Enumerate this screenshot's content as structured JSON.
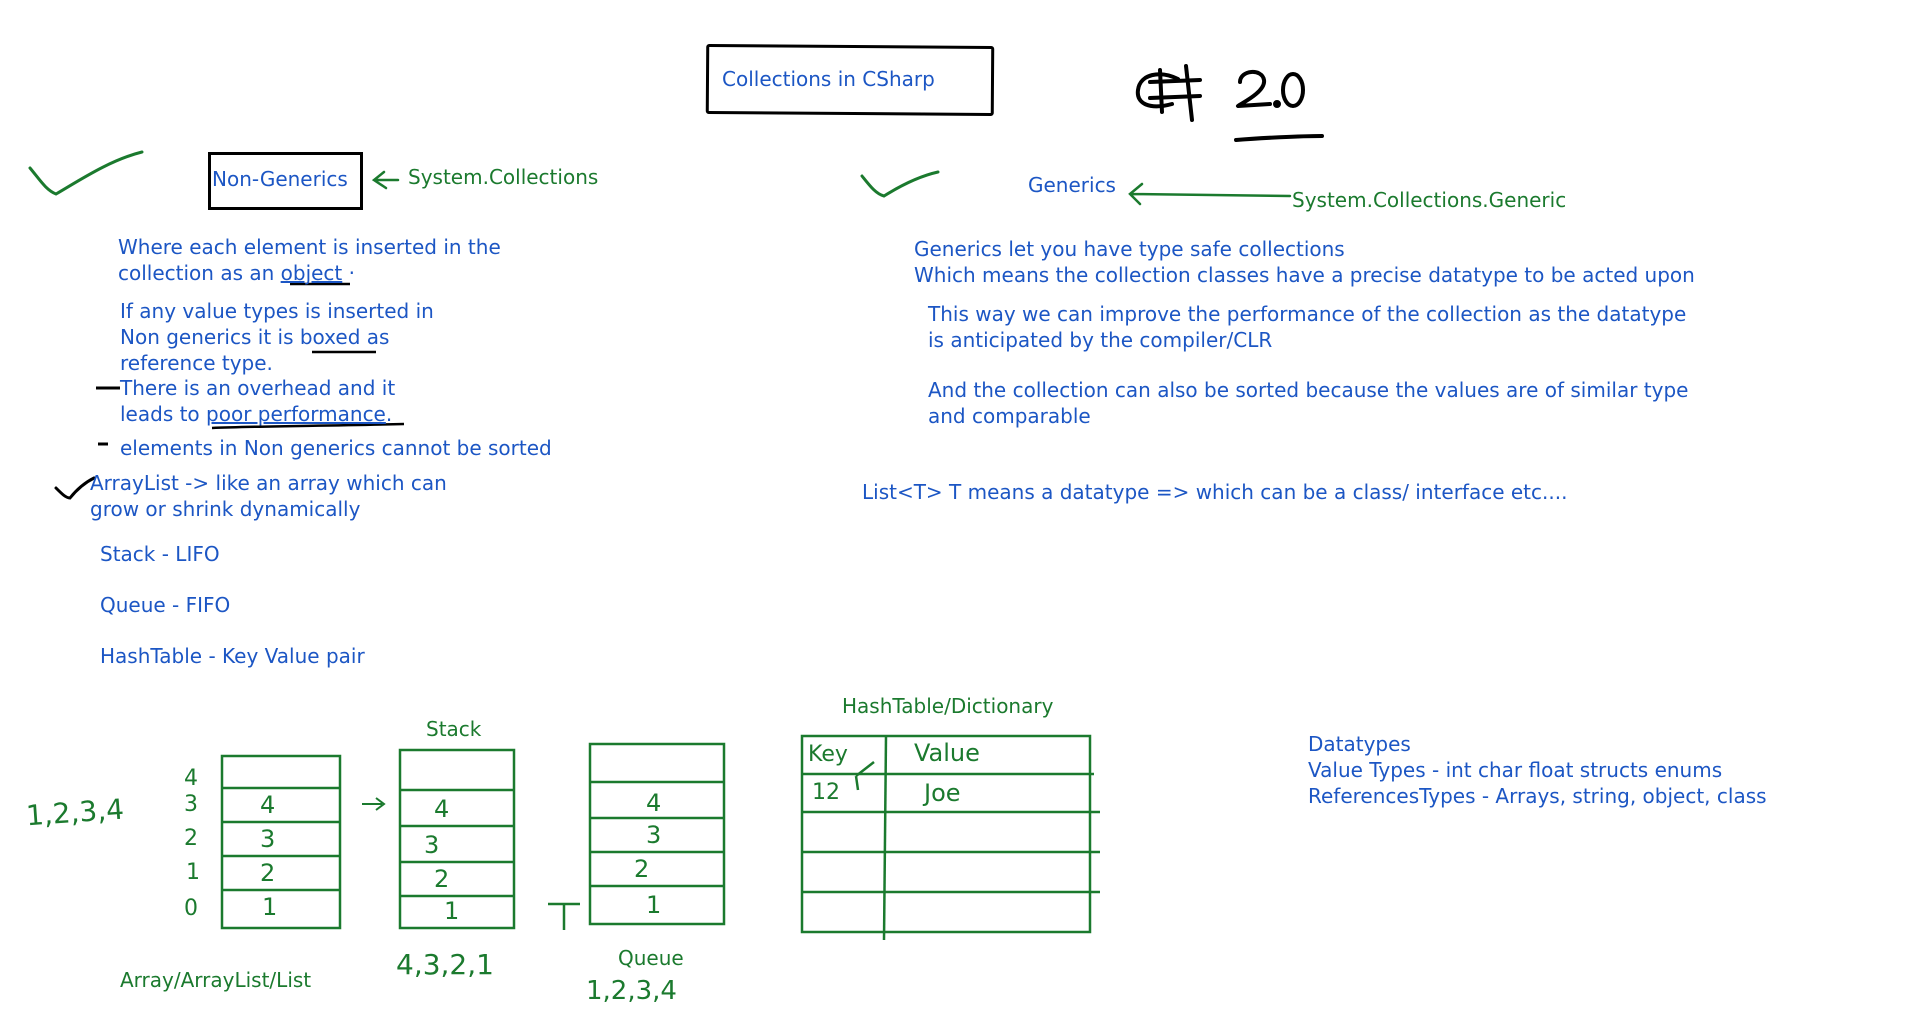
{
  "title": "Collections in CSharp",
  "version_note": "C# 2.0",
  "non_generics": {
    "heading": "Non-Generics",
    "namespace": "System.Collections",
    "desc_line1": "Where each element is inserted in the",
    "desc_line2_prefix": "collection as an",
    "desc_line2_word": "object",
    "boxed_line1": "If any value types is inserted in",
    "boxed_line2_prefix": "Non generics it is",
    "boxed_line2_word": "boxed",
    "boxed_line2_suffix": "as",
    "boxed_line3": "reference type.",
    "overhead_line1": "There is an overhead and it",
    "overhead_line2_prefix": "leads to",
    "overhead_line2_word": "poor performance",
    "overhead_line2_suffix": ".",
    "sorted_line": "elements in Non generics cannot be sorted",
    "arraylist_line1": "ArrayList -> like an array which can",
    "arraylist_line2": "grow or shrink dynamically",
    "stack_line": "Stack -  LIFO",
    "queue_line": "Queue - FIFO",
    "hashtable_line": "HashTable - Key Value pair"
  },
  "generics": {
    "heading": "Generics",
    "namespace": "System.Collections.Generic",
    "line1": "Generics let you have type safe collections",
    "line2": "Which means the collection classes have a precise datatype to be acted upon",
    "perf_line1": "This way we can improve the performance of the collection as the datatype",
    "perf_line2": "is anticipated by the compiler/CLR",
    "sort_line1": "And the collection can also be sorted because the values are of similar type",
    "sort_line2": "and comparable",
    "list_line": "List<T> T means a datatype => which can be a class/ interface etc...."
  },
  "diagrams": {
    "array_caption": "Array/ArrayList/List",
    "stack_title": "Stack",
    "queue_caption": "Queue",
    "hashtable_title": "HashTable/Dictionary",
    "input_sequence": "1,2,3,4",
    "array_indices": [
      "4",
      "3",
      "2",
      "1",
      "0"
    ],
    "array_cells": [
      "",
      "4",
      "3",
      "2",
      "1"
    ],
    "stack_cells": [
      "",
      "4",
      "3",
      "2",
      "1"
    ],
    "stack_output": "4,3,2,1",
    "queue_cells": [
      "",
      "4",
      "3",
      "2",
      "1"
    ],
    "queue_output": "1,2,3,4",
    "queue_marker": "T",
    "hashtable_headers": [
      "Key",
      "Value"
    ],
    "hashtable_row": [
      "12",
      "Joe"
    ]
  },
  "datatypes": {
    "heading": "Datatypes",
    "value_types": "Value Types - int char float structs enums",
    "reference_types": "ReferencesTypes - Arrays, string, object, class"
  },
  "colors": {
    "blue_text": "#1c56c4",
    "green_text": "#1b7a2e",
    "ink_black": "#000000",
    "ink_green": "#1b7a2e"
  }
}
